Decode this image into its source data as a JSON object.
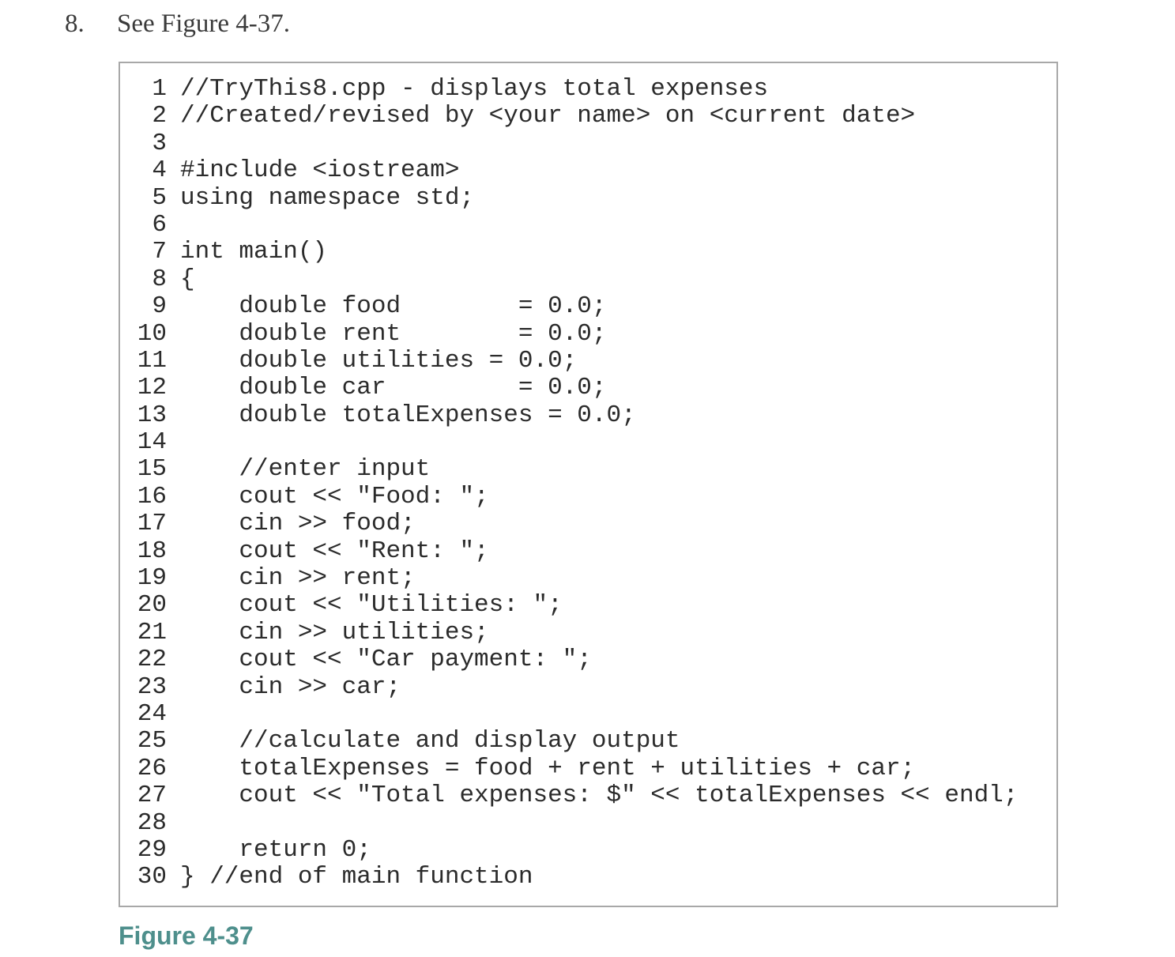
{
  "exercise": {
    "number": "8.",
    "text": "See Figure 4-37."
  },
  "figure": {
    "caption": "Figure 4-37",
    "caption_color": "#4e8f8c",
    "border_color": "#a8a8a8",
    "code_lines": [
      {
        "num": "1",
        "text": "//TryThis8.cpp - displays total expenses"
      },
      {
        "num": "2",
        "text": "//Created/revised by <your name> on <current date>"
      },
      {
        "num": "3",
        "text": ""
      },
      {
        "num": "4",
        "text": "#include <iostream>"
      },
      {
        "num": "5",
        "text": "using namespace std;"
      },
      {
        "num": "6",
        "text": ""
      },
      {
        "num": "7",
        "text": "int main()"
      },
      {
        "num": "8",
        "text": "{"
      },
      {
        "num": "9",
        "text": "    double food        = 0.0;"
      },
      {
        "num": "10",
        "text": "    double rent        = 0.0;"
      },
      {
        "num": "11",
        "text": "    double utilities = 0.0;"
      },
      {
        "num": "12",
        "text": "    double car         = 0.0;"
      },
      {
        "num": "13",
        "text": "    double totalExpenses = 0.0;"
      },
      {
        "num": "14",
        "text": ""
      },
      {
        "num": "15",
        "text": "    //enter input"
      },
      {
        "num": "16",
        "text": "    cout << \"Food: \";"
      },
      {
        "num": "17",
        "text": "    cin >> food;"
      },
      {
        "num": "18",
        "text": "    cout << \"Rent: \";"
      },
      {
        "num": "19",
        "text": "    cin >> rent;"
      },
      {
        "num": "20",
        "text": "    cout << \"Utilities: \";"
      },
      {
        "num": "21",
        "text": "    cin >> utilities;"
      },
      {
        "num": "22",
        "text": "    cout << \"Car payment: \";"
      },
      {
        "num": "23",
        "text": "    cin >> car;"
      },
      {
        "num": "24",
        "text": ""
      },
      {
        "num": "25",
        "text": "    //calculate and display output"
      },
      {
        "num": "26",
        "text": "    totalExpenses = food + rent + utilities + car;"
      },
      {
        "num": "27",
        "text": "    cout << \"Total expenses: $\" << totalExpenses << endl;"
      },
      {
        "num": "28",
        "text": ""
      },
      {
        "num": "29",
        "text": "    return 0;"
      },
      {
        "num": "30",
        "text": "} //end of main function"
      }
    ]
  }
}
